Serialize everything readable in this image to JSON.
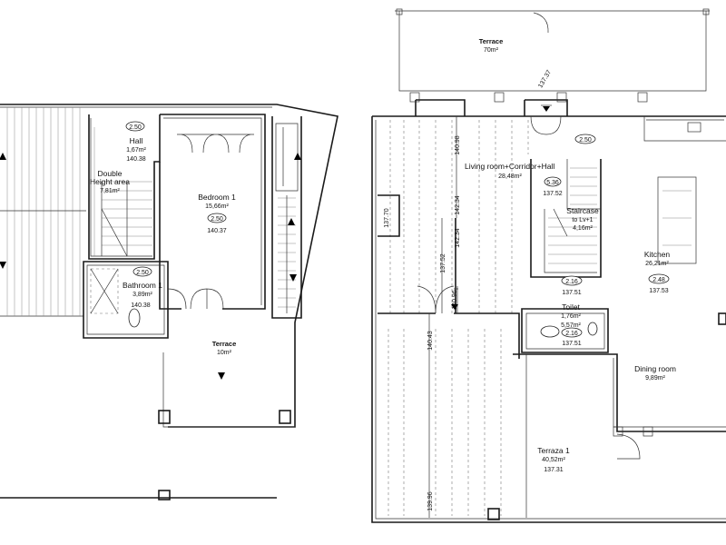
{
  "left_plan": {
    "hall": {
      "name": "Hall",
      "area": "1,67m²",
      "level": "140.38"
    },
    "double_height": {
      "name1": "Double",
      "name2": "Height area",
      "area": "7,81m²"
    },
    "bedroom": {
      "name": "Bedroom 1",
      "area": "15,66m²",
      "height": "2.50",
      "level": "140.37"
    },
    "bathroom": {
      "name": "Bathroom 1",
      "area": "3,89m²",
      "height": "2.50",
      "level": "140.38"
    },
    "terrace": {
      "name": "Terrace",
      "area": "10m²"
    },
    "hall_height": "2.50"
  },
  "right_plan": {
    "top_terrace": {
      "name": "Terrace",
      "area": "70m²",
      "level": "137.37"
    },
    "living": {
      "name": "Living room+Corridor+Hall",
      "area": "28,48m²",
      "height": "2.50"
    },
    "stair_height": "5.36",
    "stair_level": "137.52",
    "staircase": {
      "name1": "Staircase",
      "name2": "to Lv+1",
      "area": "4,16m²"
    },
    "kitchen": {
      "name": "Kitchen",
      "area": "26,21m²",
      "height": "2.48",
      "level": "137.53"
    },
    "toilet": {
      "name": "Toilet",
      "area1": "1,76m²",
      "area2": "5,57m²",
      "height_a": "2.16",
      "level_a": "137.51",
      "height_b": "2.16",
      "level_b": "137.51"
    },
    "dining": {
      "name": "Dining room",
      "area": "9,89m²"
    },
    "terraza": {
      "name": "Terraza 1",
      "area": "40,52m²",
      "level": "137.31"
    },
    "dims": {
      "v1": "140.98",
      "v2": "142.34",
      "v3": "142.34",
      "v4": "137.70",
      "v5": "137.52",
      "v6": "140.96",
      "v7": "140.43",
      "v8": "139.96"
    }
  }
}
